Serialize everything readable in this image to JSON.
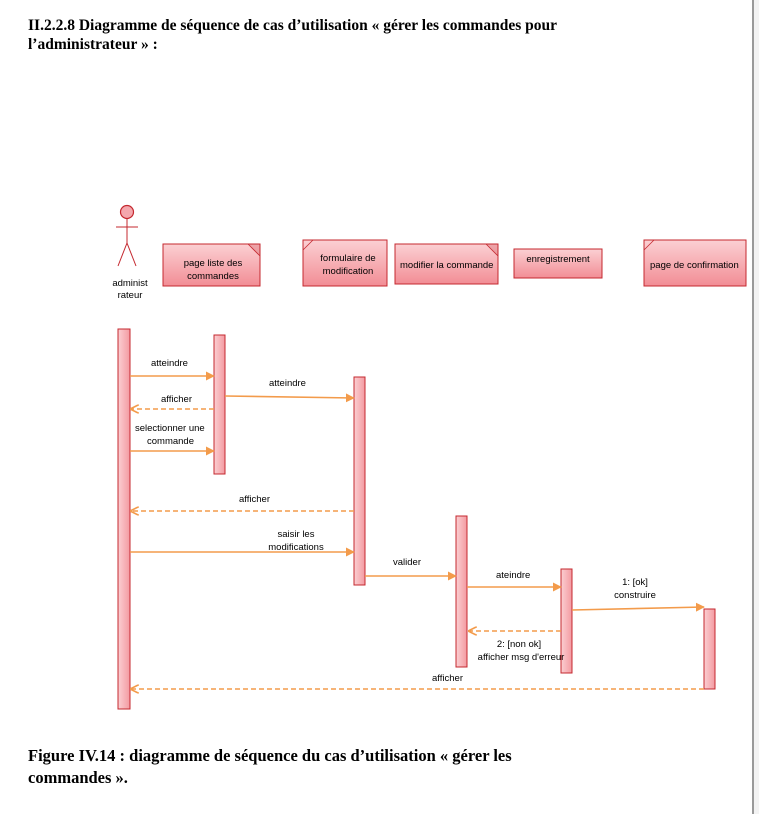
{
  "heading": {
    "line1": "II.2.2.8 Diagramme de séquence de cas d’utilisation « gérer les commandes pour",
    "line2": "l’administrateur » :"
  },
  "caption": {
    "line1": "Figure IV.14 : diagramme de séquence du cas d’utilisation « gérer les",
    "line2": "commandes »."
  },
  "diagram": {
    "actor": {
      "line1": "administ",
      "line2": "rateur"
    },
    "lifelines": {
      "page_liste": {
        "line1": "page liste des",
        "line2": "commandes"
      },
      "formulaire": {
        "line1": "formulaire de",
        "line2": "modification"
      },
      "modifier": {
        "label": "modifier la commande"
      },
      "enregistrement": {
        "label": "enregistrement"
      },
      "confirmation": {
        "label": "page de confirmation"
      }
    },
    "messages": {
      "m1": "atteindre",
      "m2": "atteindre",
      "m3": "afficher",
      "m4_l1": "selectionner une",
      "m4_l2": "commande",
      "m5": "afficher",
      "m6_l1": "saisir les",
      "m6_l2": "modifications",
      "m7": "valider",
      "m8": "ateindre",
      "m9_l1": "1: [ok]",
      "m9_l2": "construire",
      "m10_l1": "2: [non ok]",
      "m10_l2": "afficher msg d'erreur",
      "m11": "afficher"
    },
    "colors": {
      "arrow": "#f39b4b",
      "box_fill": "#f7b3b8",
      "box_stroke": "#c4282f",
      "actor": "#c4282f"
    }
  }
}
